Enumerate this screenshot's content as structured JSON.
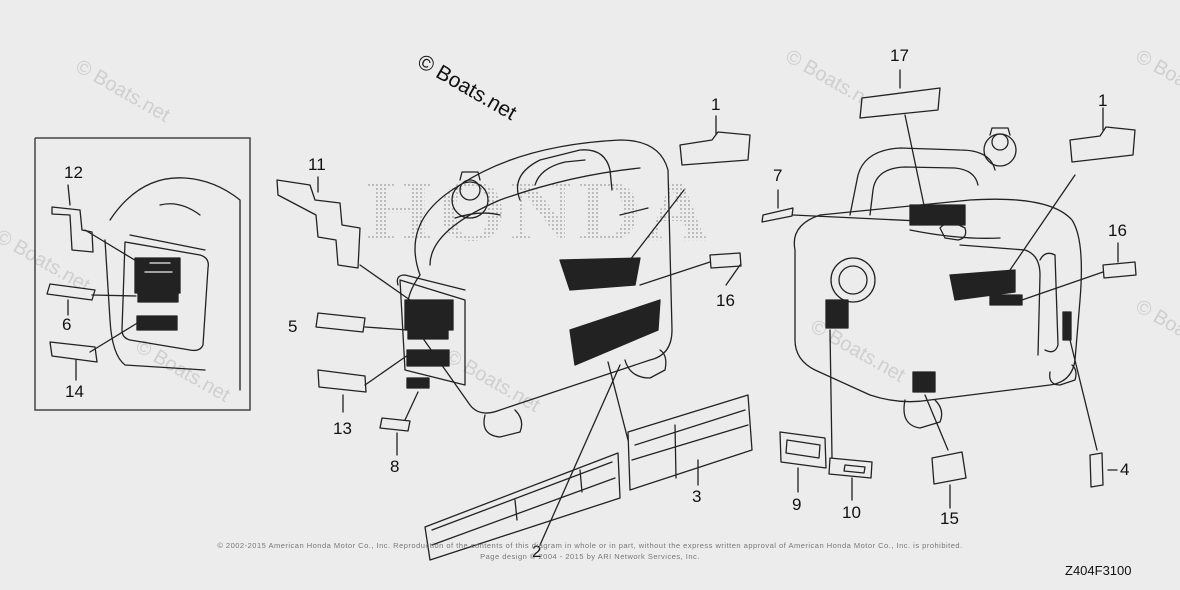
{
  "copyright": "© Boats.net",
  "watermark": "© Boats.net",
  "brand_watermark": "HONDA",
  "callouts": {
    "c1": "1",
    "c2": "2",
    "c3": "3",
    "c4": "4",
    "c5": "5",
    "c6": "6",
    "c7": "7",
    "c8": "8",
    "c9": "9",
    "c10": "10",
    "c11": "11",
    "c12": "12",
    "c13": "13",
    "c14": "14",
    "c15": "15",
    "c16": "16",
    "c17": "17"
  },
  "footer": {
    "line1": "© 2002-2015 American Honda Motor Co., Inc. Reproduction of the contents of this diagram in whole or in part, without the express written approval of American Honda Motor Co., Inc. is prohibited.",
    "line2": "Page design © 2004 - 2015 by ARI Network Services, Inc."
  },
  "diagram_code": "Z404F3100"
}
